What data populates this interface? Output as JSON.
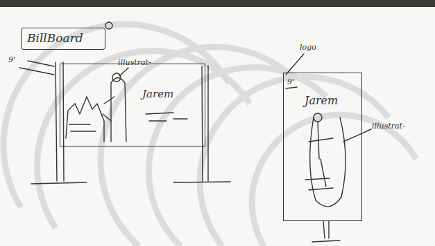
{
  "diagram": {
    "nodes": [
      {
        "text": [
          "BillBoard"
        ]
      },
      {
        "text": [
          "Jarem"
        ]
      },
      {
        "text": [
          "Jarem"
        ]
      }
    ],
    "labels": [
      "9'",
      "illustrat-",
      "logo",
      "9'",
      "illustrat-"
    ]
  }
}
